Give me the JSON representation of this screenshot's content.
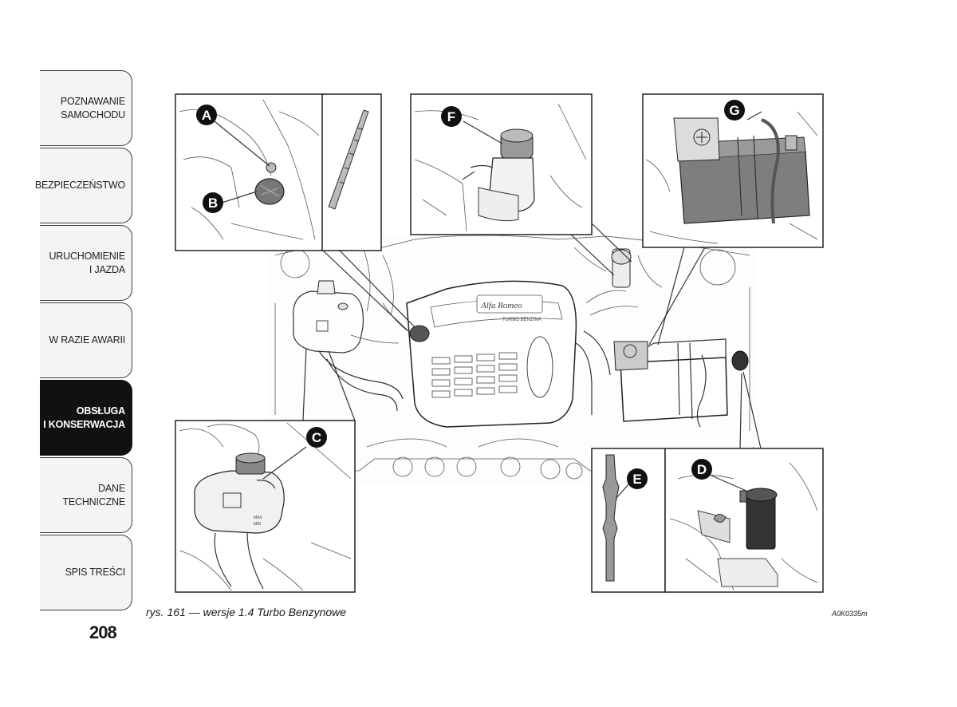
{
  "tabs": [
    {
      "label": "POZNAWANIE\nSAMOCHODU",
      "active": false
    },
    {
      "label": "BEZPIECZEŃSTWO",
      "active": false
    },
    {
      "label": "URUCHOMIENIE\nI JAZDA",
      "active": false
    },
    {
      "label": "W RAZIE AWARII",
      "active": false
    },
    {
      "label": "OBSŁUGA\nI KONSERWACJA",
      "active": true
    },
    {
      "label": "DANE\nTECHNICZNE",
      "active": false
    },
    {
      "label": "SPIS TREŚCI",
      "active": false
    }
  ],
  "page_number": "208",
  "caption": "rys. 161 — wersje 1.4 Turbo Benzynowe",
  "figure_code": "A0K0335m",
  "callouts": {
    "a": "A",
    "b": "B",
    "c": "C",
    "d": "D",
    "e": "E",
    "f": "F",
    "g": "G"
  },
  "engine_text": {
    "logo": "Alfa Romeo",
    "model": "TURBO BENZINA"
  },
  "reservoir_marks": {
    "max": "MAX",
    "min": "MIN"
  }
}
